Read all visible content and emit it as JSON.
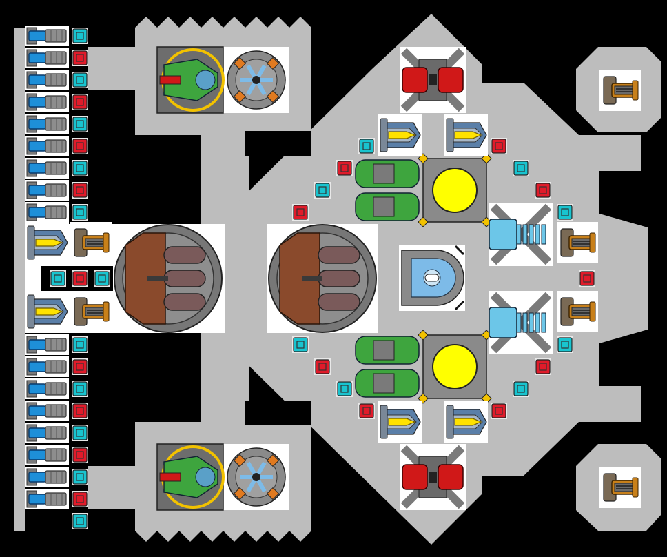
{
  "view": {
    "background": "#000000",
    "hull_color": "#bdbdbd",
    "hull_edge": "#9e9e9e",
    "slot_bg": "#ffffff"
  },
  "palette": {
    "cyan_block": "#19c4cf",
    "red_block": "#e01b2a",
    "thruster_blue": "#1e8fd8",
    "engine_gray": "#6f6f6f",
    "cannon_orange": "#c8801a",
    "missile_yellow": "#ffe200",
    "reactor_green": "#3ea53e",
    "core_yellow": "#ffff00",
    "rail_blue": "#6cc6e8",
    "artillery_brown": "#8a4a2c",
    "turret_red": "#d01818",
    "shield_blue": "#7dbbe8"
  },
  "modules": {
    "left_column_top": [
      "thruster",
      "thruster",
      "thruster",
      "thruster",
      "thruster",
      "thruster",
      "thruster",
      "thruster",
      "thruster"
    ],
    "left_column_bottom": [
      "thruster",
      "thruster",
      "thruster",
      "thruster",
      "thruster",
      "thruster",
      "thruster",
      "thruster"
    ],
    "icons": [
      "thruster-icon",
      "cannon-icon",
      "missile-launcher-icon",
      "artillery-icon",
      "reactor-icon",
      "power-core-icon",
      "railgun-icon",
      "laser-turret-icon",
      "shield-generator-icon",
      "bridge-icon",
      "plasma-turret-icon",
      "gyroscope-icon"
    ]
  }
}
